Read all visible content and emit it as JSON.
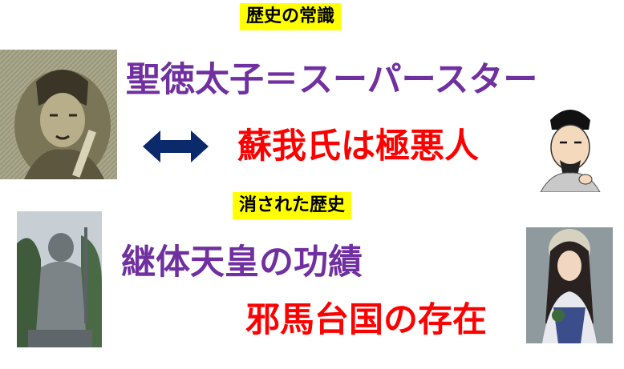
{
  "header_tag": "歴史の常識",
  "headline_1": "聖徳太子＝スーパースター",
  "headline_2": "蘇我氏は極悪人",
  "section_tag": "消された歴史",
  "headline_3": "継体天皇の功績",
  "headline_4": "邪馬台国の存在",
  "colors": {
    "purple_text": "#7030a0",
    "red_text": "#ff0000",
    "tag_highlight": "#ffff00",
    "arrow": "#0b2a6b"
  },
  "icons": {
    "arrow": "double-headed-arrow-icon",
    "banknote": "banknote-portrait-image",
    "cartoon": "cartoon-prince-image",
    "statue": "emperor-statue-image",
    "queen": "queen-portrait-image"
  }
}
